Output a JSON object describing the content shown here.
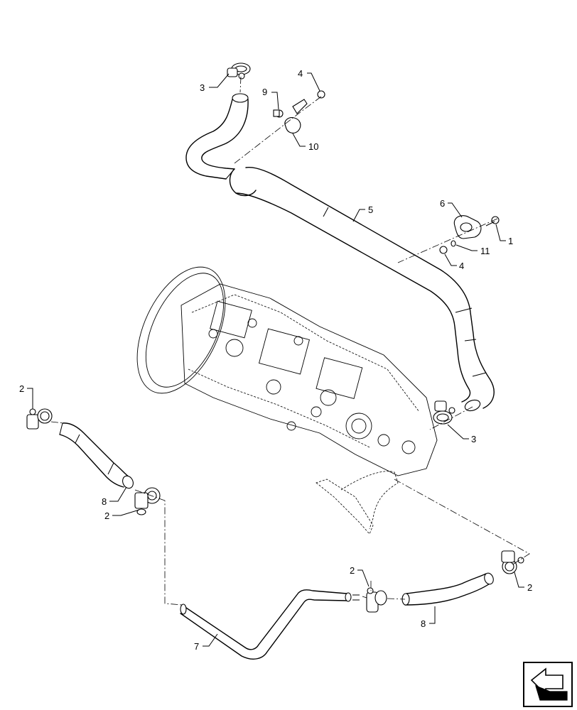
{
  "callouts": [
    {
      "id": "c-3-top",
      "label": "3"
    },
    {
      "id": "c-4-top",
      "label": "4"
    },
    {
      "id": "c-9",
      "label": "9"
    },
    {
      "id": "c-10",
      "label": "10"
    },
    {
      "id": "c-5",
      "label": "5"
    },
    {
      "id": "c-6",
      "label": "6"
    },
    {
      "id": "c-1",
      "label": "1"
    },
    {
      "id": "c-11",
      "label": "11"
    },
    {
      "id": "c-4-mid",
      "label": "4"
    },
    {
      "id": "c-3-right",
      "label": "3"
    },
    {
      "id": "c-2-left-top",
      "label": "2"
    },
    {
      "id": "c-8-left",
      "label": "8"
    },
    {
      "id": "c-2-left-bottom",
      "label": "2"
    },
    {
      "id": "c-2-bottom-mid",
      "label": "2"
    },
    {
      "id": "c-2-bottom-right",
      "label": "2"
    },
    {
      "id": "c-8-bottom",
      "label": "8"
    },
    {
      "id": "c-7",
      "label": "7"
    }
  ],
  "icons": {
    "navigation": "previous-page-arrow-icon"
  }
}
